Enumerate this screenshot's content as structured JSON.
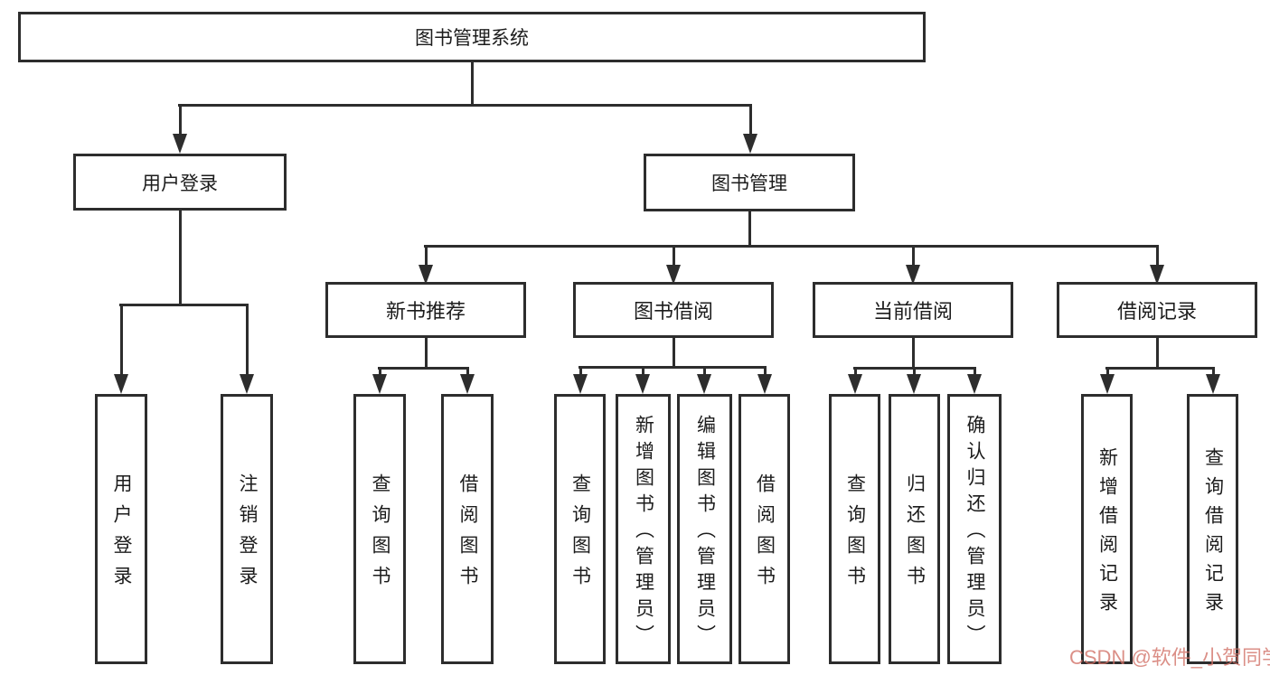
{
  "diagram_type": "hierarchy-tree",
  "style": {
    "line_color": "#2d2d2d",
    "text_color": "#1c1c1c",
    "background": "#ffffff",
    "watermark_color": "#d17065"
  },
  "watermark": {
    "text": "CSDN @软件_小贺同学"
  },
  "tree": {
    "label": "图书管理系统",
    "children": [
      {
        "label": "用户登录",
        "children": [
          {
            "label": "用户登录"
          },
          {
            "label": "注销登录"
          }
        ]
      },
      {
        "label": "图书管理",
        "children": [
          {
            "label": "新书推荐",
            "children": [
              {
                "label": "查询图书"
              },
              {
                "label": "借阅图书"
              }
            ]
          },
          {
            "label": "图书借阅",
            "children": [
              {
                "label": "查询图书"
              },
              {
                "label": "新增图书（管理员）"
              },
              {
                "label": "编辑图书（管理员）"
              },
              {
                "label": "借阅图书"
              }
            ]
          },
          {
            "label": "当前借阅",
            "children": [
              {
                "label": "查询图书"
              },
              {
                "label": "归还图书"
              },
              {
                "label": "确认归还（管理员）"
              }
            ]
          },
          {
            "label": "借阅记录",
            "children": [
              {
                "label": "新增借阅记录"
              },
              {
                "label": "查询借阅记录"
              }
            ]
          }
        ]
      }
    ]
  }
}
